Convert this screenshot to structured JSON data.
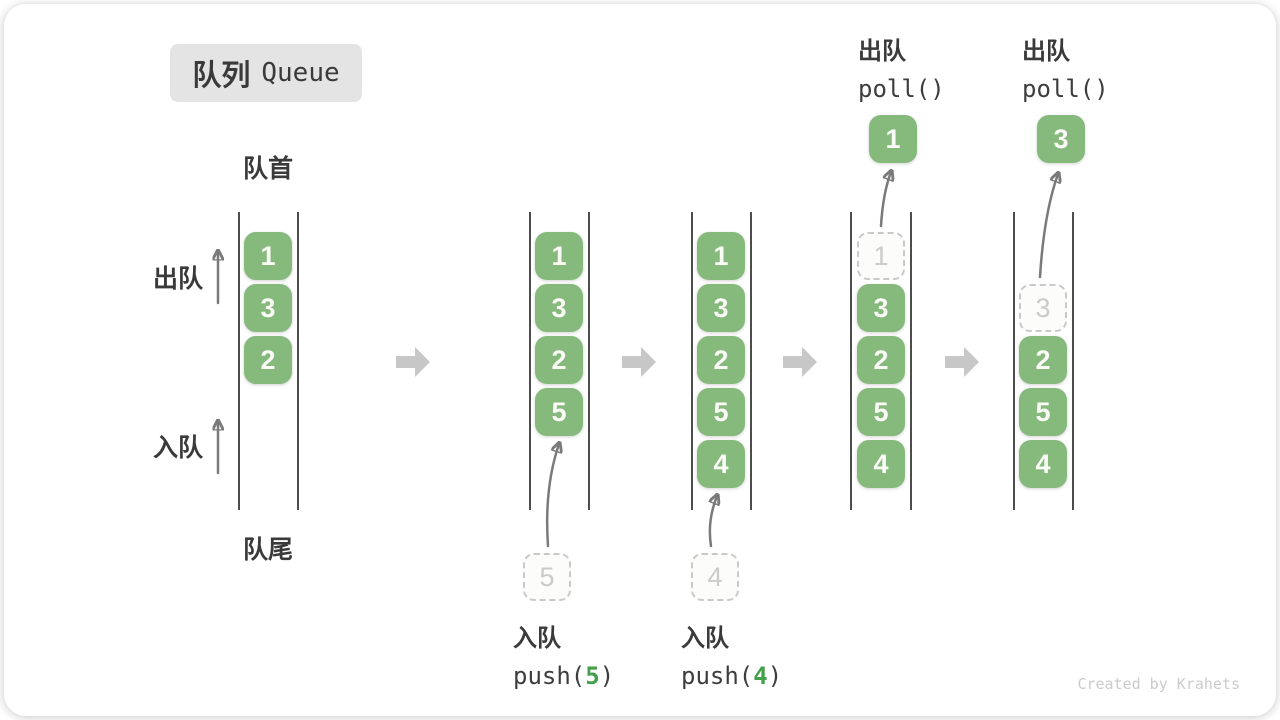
{
  "title": {
    "zh": "队列",
    "en": "Queue"
  },
  "labels": {
    "front": "队首",
    "rear": "队尾",
    "dequeue": "出队",
    "enqueue": "入队"
  },
  "columns": [
    {
      "blocks": [
        "1",
        "3",
        "2"
      ]
    },
    {
      "blocks": [
        "1",
        "3",
        "2",
        "5"
      ]
    },
    {
      "blocks": [
        "1",
        "3",
        "2",
        "5",
        "4"
      ]
    },
    {
      "removed": "1",
      "blocks": [
        "3",
        "2",
        "5",
        "4"
      ]
    },
    {
      "removed": "3",
      "blocks": [
        "2",
        "5",
        "4"
      ]
    }
  ],
  "push_ops": [
    {
      "label": "入队",
      "fn_open": "push(",
      "arg": "5",
      "fn_close": ")",
      "staged": "5"
    },
    {
      "label": "入队",
      "fn_open": "push(",
      "arg": "4",
      "fn_close": ")",
      "staged": "4"
    }
  ],
  "poll_ops": [
    {
      "label": "出队",
      "fn": "poll()",
      "result": "1"
    },
    {
      "label": "出队",
      "fn": "poll()",
      "result": "3"
    }
  ],
  "footer": "Created by Krahets",
  "colors": {
    "block_green": "#86ba7c",
    "code_digit_green": "#44a04a",
    "arrow_gray": "#7a7a7a",
    "block_arrow_gray": "#c7c7c7",
    "text_dark": "#3a3a3a",
    "ghost_gray": "#c9c9c9"
  }
}
